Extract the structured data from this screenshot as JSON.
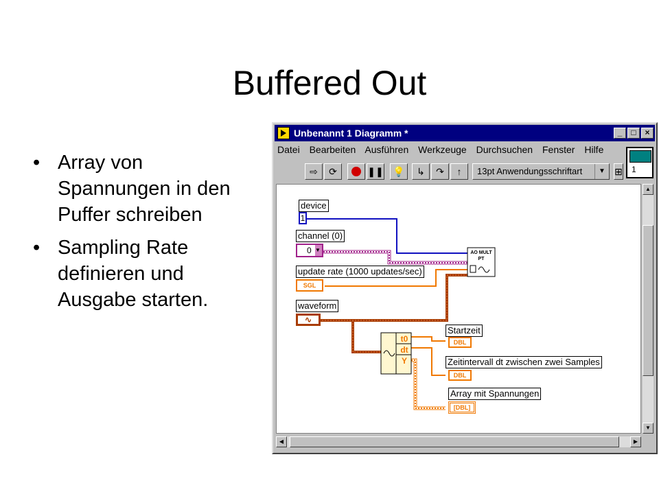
{
  "slide": {
    "title": "Buffered Out",
    "bullets": [
      "Array von Spannungen in den Puffer schreiben",
      "Sampling Rate definieren und Ausgabe starten."
    ]
  },
  "window": {
    "title": "Unbenannt 1 Diagramm *",
    "controls": {
      "minimize": "_",
      "maximize": "□",
      "close": "×"
    },
    "menu": [
      "Datei",
      "Bearbeiten",
      "Ausführen",
      "Werkzeuge",
      "Durchsuchen",
      "Fenster",
      "Hilfe"
    ],
    "toolbar": {
      "icons": [
        "run-arrow-icon",
        "run-continuously-icon",
        "abort-icon",
        "pause-icon",
        "highlight-execution-icon",
        "step-into-icon",
        "step-over-icon",
        "step-out-icon"
      ],
      "font": "13pt Anwendungsschriftart",
      "palette_number": "1"
    }
  },
  "diagram": {
    "labels": {
      "device": "device",
      "channel": "channel (0)",
      "update_rate": "update rate (1000 updates/sec)",
      "waveform": "waveform",
      "startzeit": "Startzeit",
      "zeitintervall": "Zeitintervall dt zwischen zwei Samples",
      "array": "Array mit Spannungen"
    },
    "terminals": {
      "device_value": "1",
      "channel_value": "0",
      "sgl": "SGL",
      "dbl": "DBL",
      "dbl_array": "[DBL]",
      "ao_node": "AO MULT PT",
      "unbundle_t0": "t0",
      "unbundle_dt": "dt",
      "unbundle_y": "Y"
    },
    "colors": {
      "blue": "#1010c0",
      "pink": "#a0208a",
      "orange": "#f07800",
      "brown": "#a83c00"
    }
  }
}
